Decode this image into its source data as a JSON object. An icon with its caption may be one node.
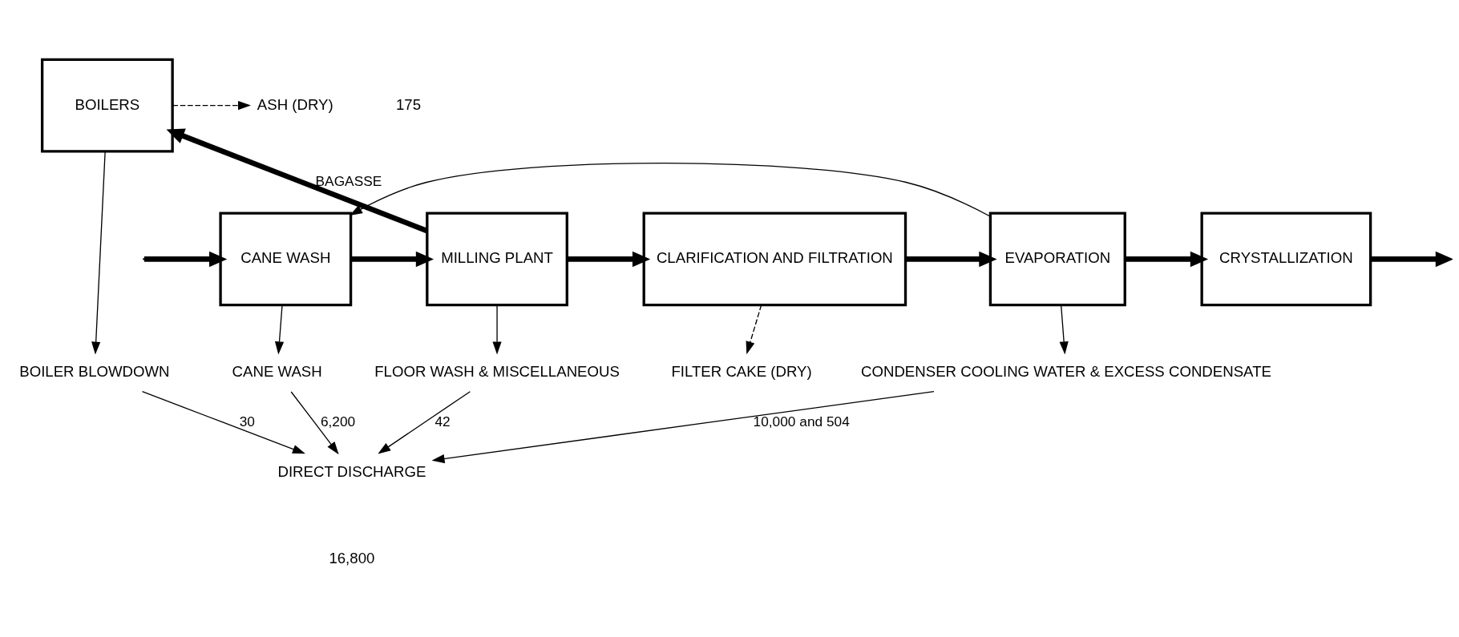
{
  "diagram": {
    "nodes": [
      {
        "text": [
          "BOILERS"
        ]
      },
      {
        "text": [
          "ASH (DRY)"
        ]
      },
      {
        "text": [
          "CANE WASH"
        ]
      },
      {
        "text": [
          "MILLING PLANT"
        ]
      },
      {
        "text": [
          "CLARIFICATION AND FILTRATION"
        ]
      },
      {
        "text": [
          "EVAPORATION"
        ]
      },
      {
        "text": [
          "CRYSTALLIZATION"
        ]
      },
      {
        "text": [
          "CANE WASH"
        ]
      },
      {
        "text": [
          "BOILER BLOWDOWN"
        ]
      },
      {
        "text": [
          "FLOOR WASH & MISCELLANEOUS"
        ]
      },
      {
        "text": [
          "FILTER CAKE (DRY)"
        ]
      },
      {
        "text": [
          "CONDENSER COOLING WATER & EXCESS CONDENSATE"
        ]
      },
      {
        "text": [
          "DIRECT DISCHARGE"
        ]
      }
    ],
    "edges": [
      {
        "from": null,
        "to": 2,
        "arrow": "to",
        "style": "thick"
      },
      {
        "from": 2,
        "to": 3,
        "arrow": "to",
        "style": "thick"
      },
      {
        "from": 3,
        "to": 4,
        "arrow": "to",
        "style": "thick"
      },
      {
        "from": 4,
        "to": 5,
        "arrow": "to",
        "style": "thick"
      },
      {
        "from": 5,
        "to": 6,
        "arrow": "to",
        "style": "thick"
      },
      {
        "from": 6,
        "to": null,
        "arrow": "to",
        "style": "thick"
      },
      {
        "from": 3,
        "to": 0,
        "arrow": "to",
        "label": "BAGASSE",
        "style": "thick"
      },
      {
        "from": 0,
        "to": 1,
        "arrow": "to",
        "style": "dashed"
      },
      {
        "from": 5,
        "to": 2,
        "arrow": "to"
      },
      {
        "from": 2,
        "to": 7,
        "arrow": "to"
      },
      {
        "from": 0,
        "to": 8,
        "arrow": "to"
      },
      {
        "from": 3,
        "to": 9,
        "arrow": "to"
      },
      {
        "from": 4,
        "to": 10,
        "arrow": "to",
        "style": "dashed"
      },
      {
        "from": 5,
        "to": 11,
        "arrow": "to"
      },
      {
        "from": 7,
        "to": 12,
        "arrow": "to",
        "label": "6,200"
      },
      {
        "from": 8,
        "to": 12,
        "arrow": "to",
        "label": "30"
      },
      {
        "from": 9,
        "to": 12,
        "arrow": "to",
        "label": "42"
      },
      {
        "from": 11,
        "to": 12,
        "arrow": "to",
        "label": "10,000 and 504"
      }
    ],
    "labels": [
      "175",
      "16,800"
    ]
  }
}
